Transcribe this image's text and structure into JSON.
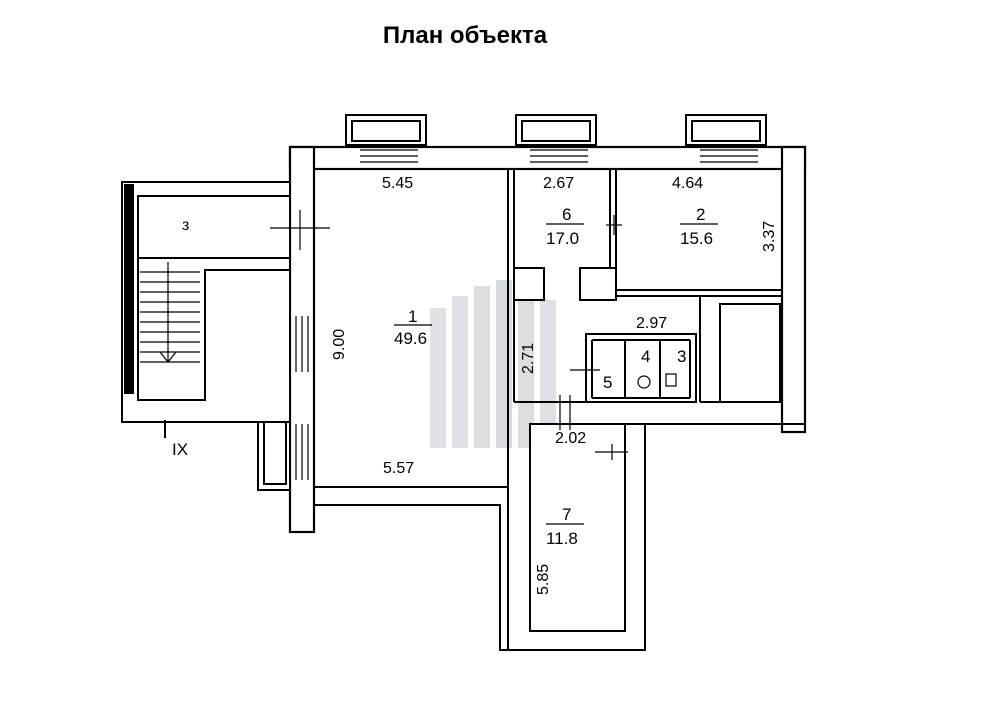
{
  "title": "План объекта",
  "stair_label": "IX",
  "stair_room": "з",
  "rooms": [
    {
      "number": "1",
      "area": "49.6"
    },
    {
      "number": "2",
      "area": "15.6"
    },
    {
      "number": "3",
      "area": ""
    },
    {
      "number": "4",
      "area": ""
    },
    {
      "number": "5",
      "area": ""
    },
    {
      "number": "6",
      "area": "17.0"
    },
    {
      "number": "7",
      "area": "11.8"
    }
  ],
  "dimensions": {
    "room1_top": "5.45",
    "room1_side": "9.00",
    "room1_bottom": "5.57",
    "room6_top": "2.67",
    "room2_top": "4.64",
    "room2_side": "3.37",
    "wc_top": "2.97",
    "corridor_side": "2.71",
    "room7_top": "2.02",
    "room7_side": "5.85"
  },
  "colors": {
    "line": "#000000",
    "watermark": "#c8ccd2"
  }
}
